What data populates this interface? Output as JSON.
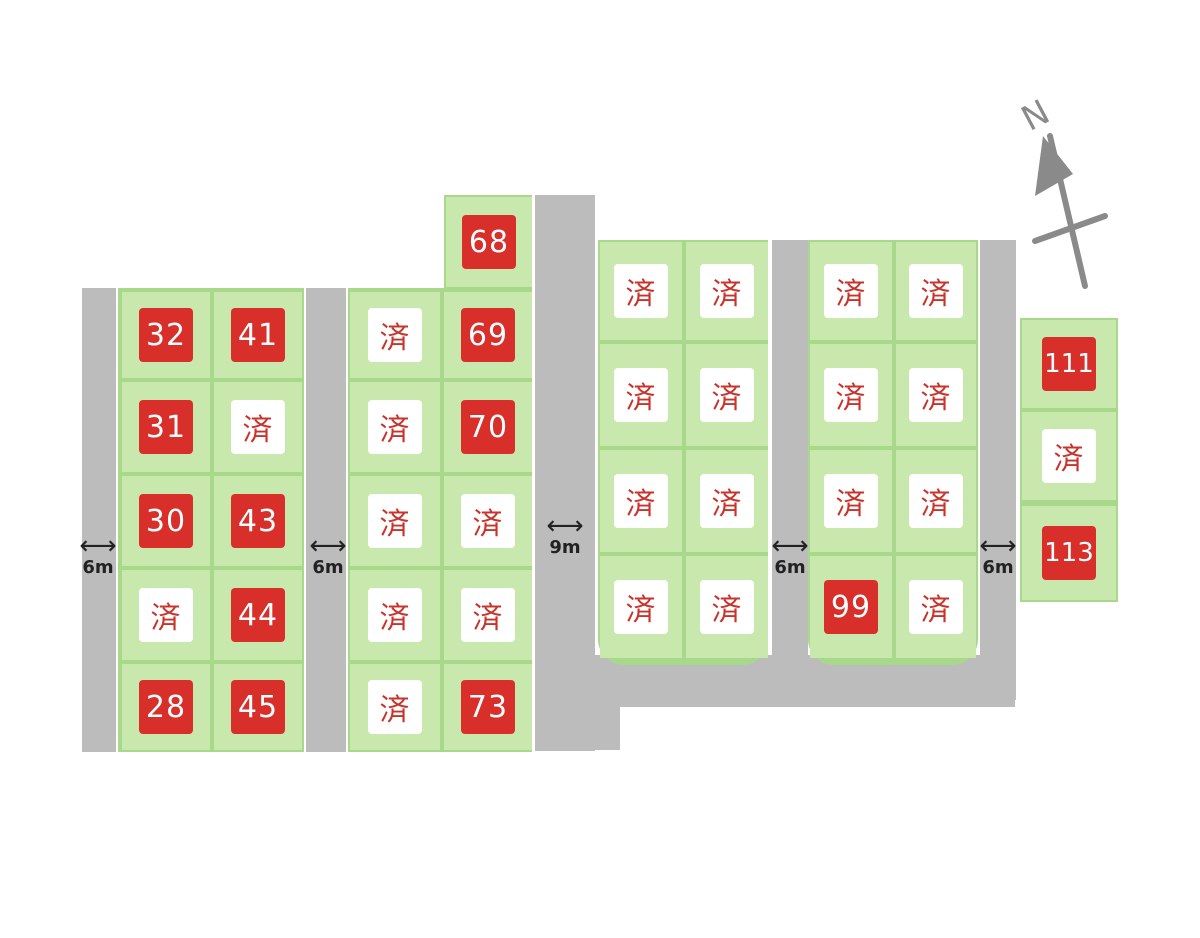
{
  "map": {
    "sold_mark": "済",
    "compass_label": "N",
    "road_widths": [
      "6m",
      "6m",
      "9m",
      "6m",
      "6m"
    ],
    "lots": [
      {
        "id": "lot-32",
        "label": "32",
        "status": "available"
      },
      {
        "id": "lot-41",
        "label": "41",
        "status": "available"
      },
      {
        "id": "lot-31",
        "label": "31",
        "status": "available"
      },
      {
        "id": "lot-c1r2",
        "label": "済",
        "status": "sold"
      },
      {
        "id": "lot-30",
        "label": "30",
        "status": "available"
      },
      {
        "id": "lot-43",
        "label": "43",
        "status": "available"
      },
      {
        "id": "lot-c0r3",
        "label": "済",
        "status": "sold"
      },
      {
        "id": "lot-44",
        "label": "44",
        "status": "available"
      },
      {
        "id": "lot-28",
        "label": "28",
        "status": "available"
      },
      {
        "id": "lot-45",
        "label": "45",
        "status": "available"
      },
      {
        "id": "lot-68",
        "label": "68",
        "status": "available"
      },
      {
        "id": "lot-c2r1",
        "label": "済",
        "status": "sold"
      },
      {
        "id": "lot-69",
        "label": "69",
        "status": "available"
      },
      {
        "id": "lot-c2r2",
        "label": "済",
        "status": "sold"
      },
      {
        "id": "lot-70",
        "label": "70",
        "status": "available"
      },
      {
        "id": "lot-c2r3",
        "label": "済",
        "status": "sold"
      },
      {
        "id": "lot-c3r3",
        "label": "済",
        "status": "sold"
      },
      {
        "id": "lot-c2r4",
        "label": "済",
        "status": "sold"
      },
      {
        "id": "lot-c3r4",
        "label": "済",
        "status": "sold"
      },
      {
        "id": "lot-c2r5",
        "label": "済",
        "status": "sold"
      },
      {
        "id": "lot-73",
        "label": "73",
        "status": "available"
      },
      {
        "id": "lot-c4r1",
        "label": "済",
        "status": "sold"
      },
      {
        "id": "lot-c5r1",
        "label": "済",
        "status": "sold"
      },
      {
        "id": "lot-c4r2",
        "label": "済",
        "status": "sold"
      },
      {
        "id": "lot-c5r2",
        "label": "済",
        "status": "sold"
      },
      {
        "id": "lot-c4r3",
        "label": "済",
        "status": "sold"
      },
      {
        "id": "lot-c5r3",
        "label": "済",
        "status": "sold"
      },
      {
        "id": "lot-c4r4",
        "label": "済",
        "status": "sold"
      },
      {
        "id": "lot-c5r4",
        "label": "済",
        "status": "sold"
      },
      {
        "id": "lot-c6r1",
        "label": "済",
        "status": "sold"
      },
      {
        "id": "lot-c7r1",
        "label": "済",
        "status": "sold"
      },
      {
        "id": "lot-c6r2",
        "label": "済",
        "status": "sold"
      },
      {
        "id": "lot-c7r2",
        "label": "済",
        "status": "sold"
      },
      {
        "id": "lot-c6r3",
        "label": "済",
        "status": "sold"
      },
      {
        "id": "lot-c7r3",
        "label": "済",
        "status": "sold"
      },
      {
        "id": "lot-99",
        "label": "99",
        "status": "available"
      },
      {
        "id": "lot-c7r4",
        "label": "済",
        "status": "sold"
      },
      {
        "id": "lot-111",
        "label": "111",
        "status": "available"
      },
      {
        "id": "lot-c8r2",
        "label": "済",
        "status": "sold"
      },
      {
        "id": "lot-113",
        "label": "113",
        "status": "available"
      }
    ]
  }
}
